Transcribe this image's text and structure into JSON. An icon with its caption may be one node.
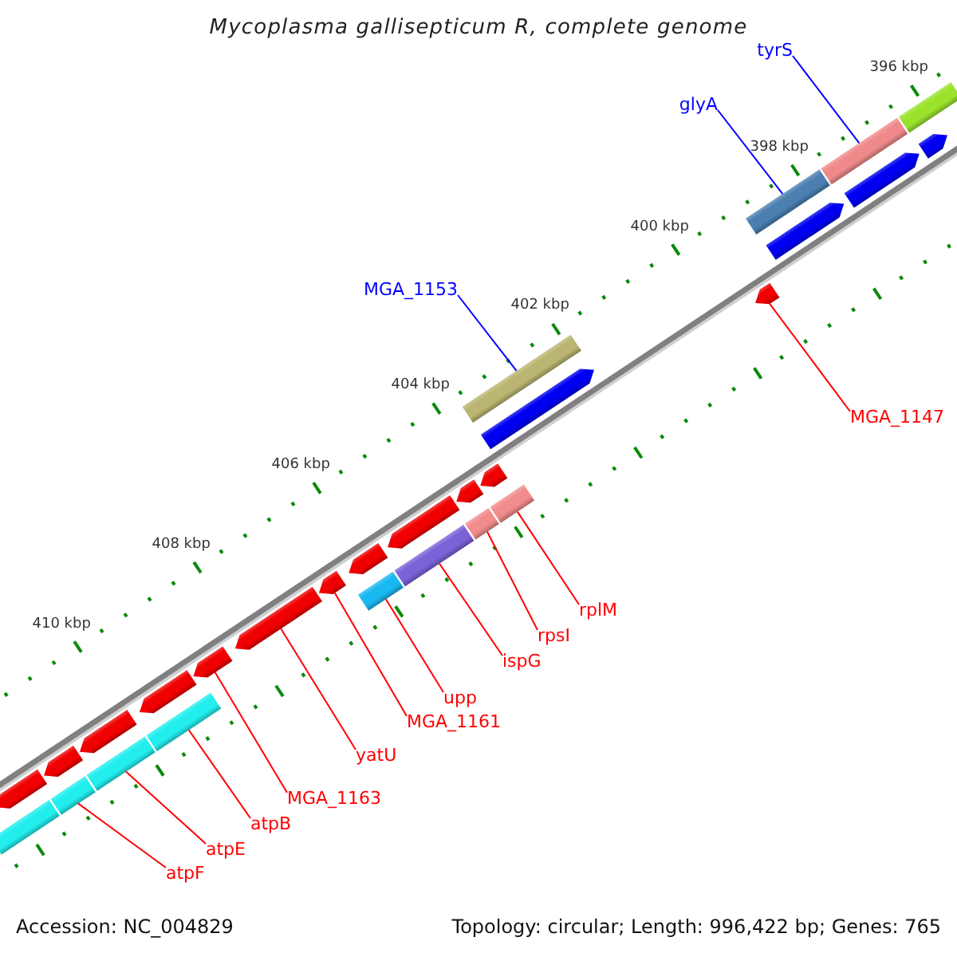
{
  "diagram": {
    "title": "Mycoplasma gallisepticum R, complete genome",
    "nodes": [
      {
        "text": [
          "tyrS"
        ]
      },
      {
        "text": [
          "glyA"
        ]
      },
      {
        "text": [
          "MGA_1153"
        ]
      },
      {
        "text": [
          "MGA_1147"
        ]
      },
      {
        "text": [
          "rplM"
        ]
      },
      {
        "text": [
          "rpsI"
        ]
      },
      {
        "text": [
          "ispG"
        ]
      },
      {
        "text": [
          "upp"
        ]
      },
      {
        "text": [
          "MGA_1161"
        ]
      },
      {
        "text": [
          "yatU"
        ]
      },
      {
        "text": [
          "MGA_1163"
        ]
      },
      {
        "text": [
          "atpB"
        ]
      },
      {
        "text": [
          "atpE"
        ]
      },
      {
        "text": [
          "atpF"
        ]
      },
      {
        "text": [],
        "shape": "bar"
      },
      {
        "text": [],
        "shape": "bar"
      },
      {
        "text": [],
        "shape": "bar"
      },
      {
        "text": [],
        "shape": "bar"
      },
      {
        "text": [],
        "shape": "pentagon"
      },
      {
        "text": [],
        "shape": "pentagon"
      },
      {
        "text": [],
        "shape": "pentagon"
      },
      {
        "text": [],
        "shape": "pentagon"
      },
      {
        "text": [],
        "shape": "pentagon"
      },
      {
        "text": [],
        "shape": "pentagon"
      },
      {
        "text": [],
        "shape": "pentagon"
      },
      {
        "text": [],
        "shape": "pentagon"
      },
      {
        "text": [],
        "shape": "pentagon"
      },
      {
        "text": [],
        "shape": "pentagon"
      },
      {
        "text": [],
        "shape": "pentagon"
      },
      {
        "text": [],
        "shape": "pentagon"
      },
      {
        "text": [],
        "shape": "pentagon"
      },
      {
        "text": [],
        "shape": "pentagon"
      },
      {
        "text": [],
        "shape": "pentagon"
      },
      {
        "text": [],
        "shape": "pentagon"
      },
      {
        "text": [],
        "shape": "bar"
      },
      {
        "text": [],
        "shape": "bar"
      },
      {
        "text": [],
        "shape": "bar"
      },
      {
        "text": [],
        "shape": "bar"
      },
      {
        "text": [],
        "shape": "bar"
      },
      {
        "text": [],
        "shape": "bar"
      },
      {
        "text": [],
        "shape": "bar"
      },
      {
        "text": [],
        "shape": "bar"
      }
    ],
    "edges": [
      {
        "from": 0,
        "to": 15,
        "arrow": "none",
        "color": "#0000ff"
      },
      {
        "from": 1,
        "to": 16,
        "arrow": "none",
        "color": "#0000ff"
      },
      {
        "from": 2,
        "to": 17,
        "arrow": "none",
        "color": "#0000ff"
      },
      {
        "from": 3,
        "to": 22,
        "arrow": "none"
      },
      {
        "from": 4,
        "to": 34,
        "arrow": "none"
      },
      {
        "from": 5,
        "to": 35,
        "arrow": "none"
      },
      {
        "from": 6,
        "to": 36,
        "arrow": "none"
      },
      {
        "from": 7,
        "to": 37,
        "arrow": "none"
      },
      {
        "from": 8,
        "to": 27,
        "arrow": "none"
      },
      {
        "from": 9,
        "to": 28,
        "arrow": "none"
      },
      {
        "from": 10,
        "to": 29,
        "arrow": "none"
      },
      {
        "from": 11,
        "to": 38,
        "arrow": "none"
      },
      {
        "from": 12,
        "to": 39,
        "arrow": "none"
      },
      {
        "from": 13,
        "to": 40,
        "arrow": "none"
      }
    ],
    "labels": [
      "396 kbp",
      "398 kbp",
      "400 kbp",
      "402 kbp",
      "404 kbp",
      "406 kbp",
      "408 kbp",
      "410 kbp",
      "Accession: NC_004829",
      "Topology: circular; Length: 996,422 bp; Genes: 765"
    ]
  }
}
